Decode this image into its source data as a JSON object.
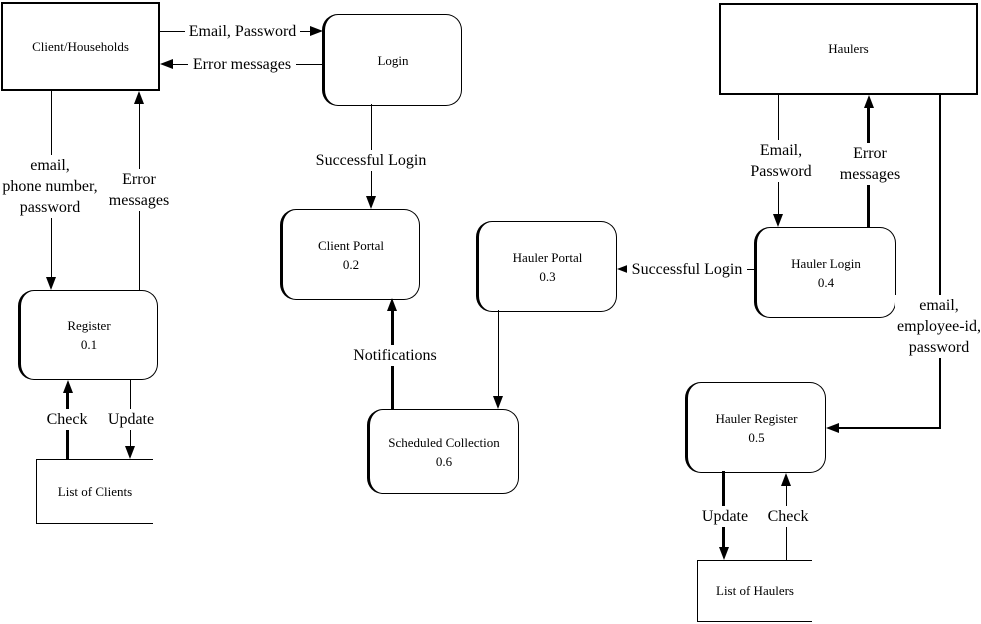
{
  "diagram": {
    "type": "data-flow-diagram",
    "colors": {
      "line": "#000000",
      "background": "#ffffff",
      "text": "#000000"
    },
    "nodes": {
      "client_households": {
        "label": "Client/Households",
        "kind": "external-entity"
      },
      "haulers": {
        "label": "Haulers",
        "kind": "external-entity"
      },
      "login": {
        "label": "Login",
        "kind": "process"
      },
      "client_portal": {
        "label": "Client Portal",
        "number": "0.2",
        "kind": "process"
      },
      "hauler_portal": {
        "label": "Hauler Portal",
        "number": "0.3",
        "kind": "process"
      },
      "register": {
        "label": "Register",
        "number": "0.1",
        "kind": "process"
      },
      "hauler_login": {
        "label": "Hauler Login",
        "number": "0.4",
        "kind": "process"
      },
      "scheduled_collection": {
        "label": "Scheduled Collection",
        "number": "0.6",
        "kind": "process"
      },
      "hauler_register": {
        "label": "Hauler Register",
        "number": "0.5",
        "kind": "process"
      },
      "list_of_clients": {
        "label": "List of Clients",
        "kind": "data-store"
      },
      "list_of_haulers": {
        "label": "List of Haulers",
        "kind": "data-store"
      }
    },
    "flows": {
      "email_password_login": {
        "label": "Email, Password",
        "from": "client_households",
        "to": "login"
      },
      "error_messages_login": {
        "label": "Error messages",
        "from": "login",
        "to": "client_households"
      },
      "register_credentials": {
        "label": "email,\nphone number,\npassword",
        "from": "client_households",
        "to": "register"
      },
      "register_error_messages": {
        "label": "Error\nmessages",
        "from": "register",
        "to": "client_households"
      },
      "successful_login_client": {
        "label": "Successful Login",
        "from": "login",
        "to": "client_portal"
      },
      "notifications": {
        "label": "Notifications",
        "from": "scheduled_collection",
        "to": "client_portal"
      },
      "portal_to_scheduled": {
        "label": "",
        "from": "hauler_portal",
        "to": "scheduled_collection"
      },
      "successful_login_hauler": {
        "label": "Successful Login",
        "from": "hauler_login",
        "to": "hauler_portal"
      },
      "hauler_email_password": {
        "label": "Email,\nPassword",
        "from": "haulers",
        "to": "hauler_login"
      },
      "hauler_error_messages": {
        "label": "Error\nmessages",
        "from": "hauler_login",
        "to": "haulers"
      },
      "hauler_register_credentials": {
        "label": "email,\nemployee-id,\npassword",
        "from": "haulers",
        "to": "hauler_register"
      },
      "clients_check": {
        "label": "Check",
        "from": "list_of_clients",
        "to": "register"
      },
      "clients_update": {
        "label": "Update",
        "from": "register",
        "to": "list_of_clients"
      },
      "haulers_update": {
        "label": "Update",
        "from": "hauler_register",
        "to": "list_of_haulers"
      },
      "haulers_check": {
        "label": "Check",
        "from": "list_of_haulers",
        "to": "hauler_register"
      }
    }
  }
}
